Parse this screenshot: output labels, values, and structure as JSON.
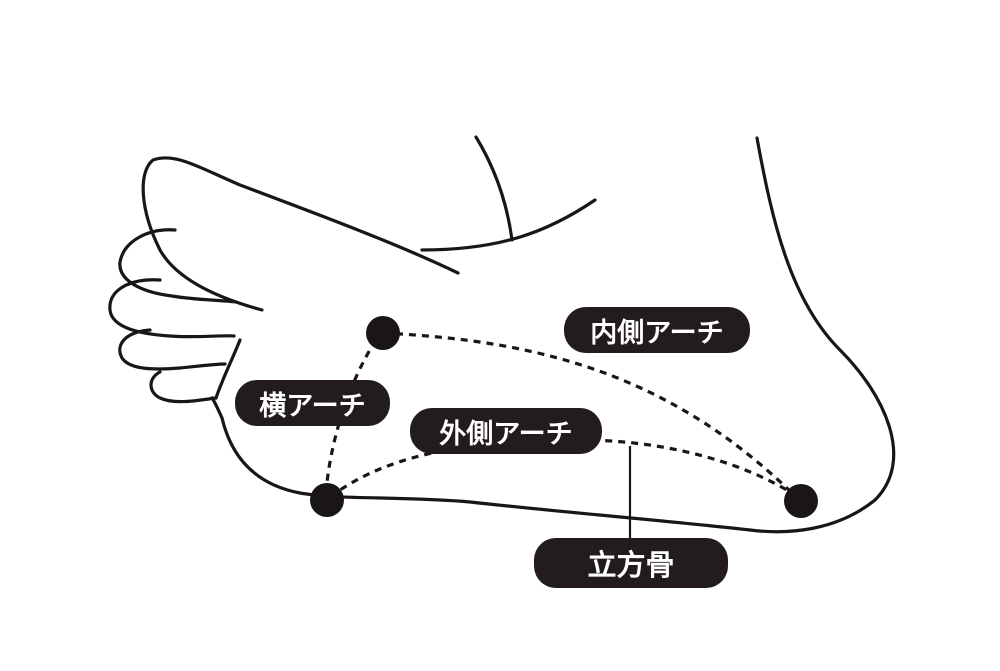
{
  "diagram": {
    "labels": {
      "medial_arch": "内側アーチ",
      "transverse_arch": "横アーチ",
      "lateral_arch": "外側アーチ",
      "cuboid": "立方骨"
    },
    "colors": {
      "line": "#1a1616",
      "label_background": "#231c1c",
      "label_text": "#ffffff",
      "background": "#ffffff"
    }
  }
}
